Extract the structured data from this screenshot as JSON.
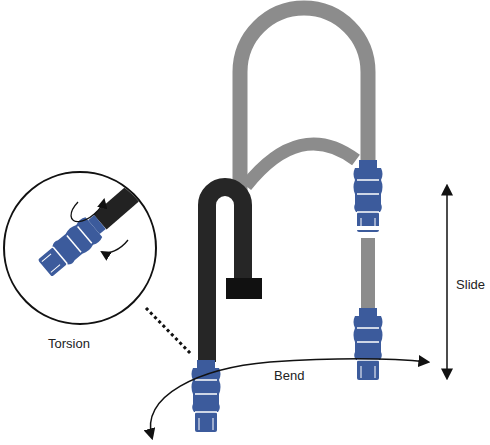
{
  "diagram": {
    "labels": [
      "Torsion",
      "Bend",
      "Slide"
    ]
  }
}
